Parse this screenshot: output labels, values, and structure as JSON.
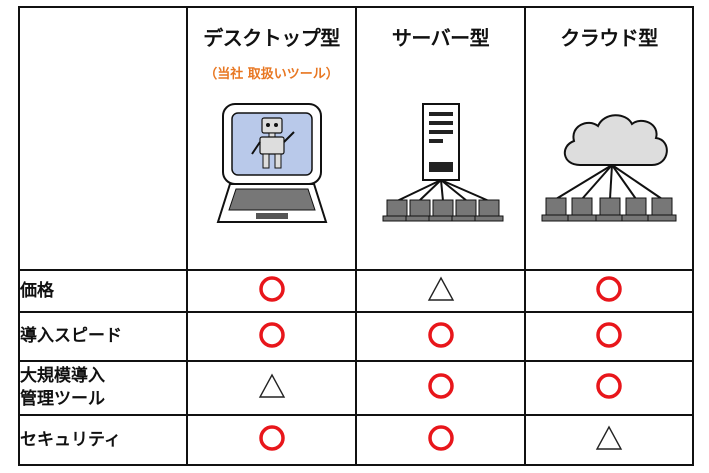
{
  "columns": [
    {
      "title": "デスクトップ型",
      "note": "（当社 取扱いツール）"
    },
    {
      "title": "サーバー型",
      "note": ""
    },
    {
      "title": "クラウド型",
      "note": ""
    }
  ],
  "rows": [
    {
      "label": "価格",
      "marks": [
        "○",
        "△",
        "○"
      ]
    },
    {
      "label": "導入スピード",
      "marks": [
        "○",
        "○",
        "○"
      ]
    },
    {
      "label": "大規模導入\n管理ツール",
      "marks": [
        "△",
        "○",
        "○"
      ]
    },
    {
      "label": "セキュリティ",
      "marks": [
        "○",
        "○",
        "△"
      ]
    }
  ],
  "colors": {
    "circle": "#e8161b",
    "triangle": "#222222",
    "note": "#e87722",
    "screen": "#b9c9ea"
  },
  "icons": [
    "desktop-computer-robot-icon",
    "server-network-icon",
    "cloud-network-icon"
  ]
}
